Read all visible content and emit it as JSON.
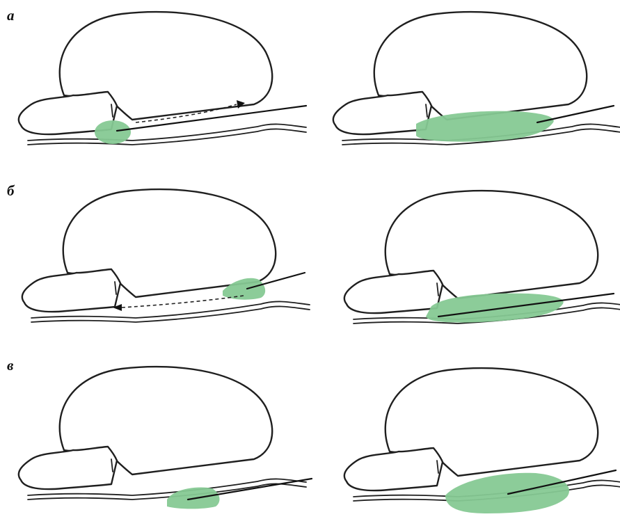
{
  "rows": [
    {
      "label": "а"
    },
    {
      "label": "б"
    },
    {
      "label": "в"
    }
  ],
  "colors": {
    "injectate": "#86c994",
    "outline": "#1f1f1f"
  }
}
